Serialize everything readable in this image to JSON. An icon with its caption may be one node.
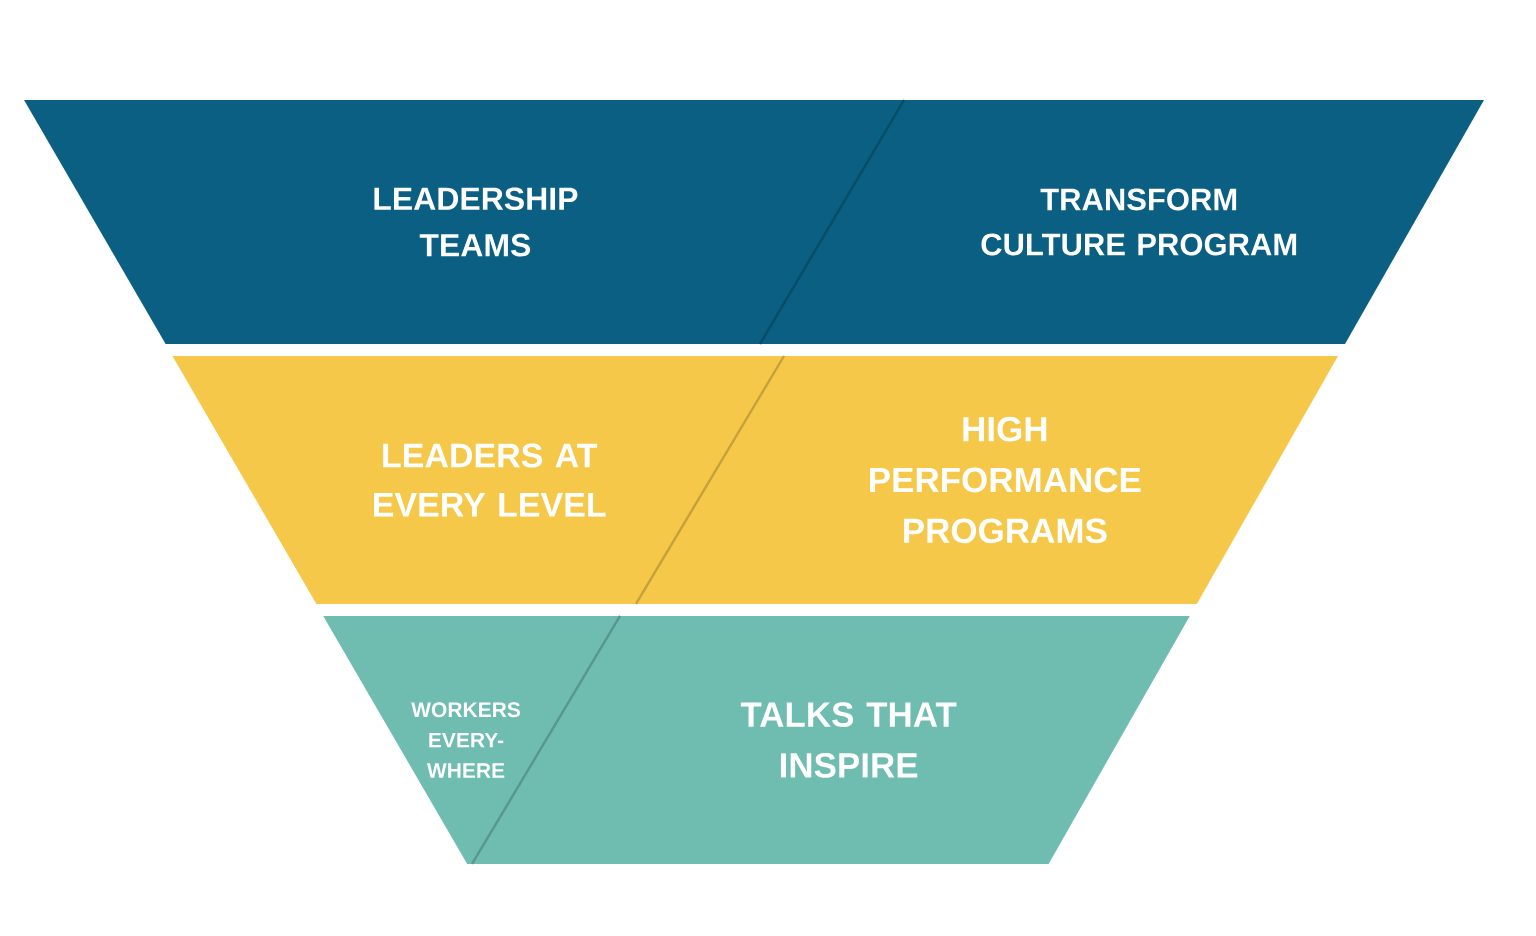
{
  "diagram": {
    "nodes": [
      {
        "text": [
          "LEADERSHIP TEAMS"
        ]
      },
      {
        "text": [
          "TRANSFORM CULTURE PROGRAM"
        ]
      },
      {
        "text": [
          "LEADERS AT EVERY LEVEL"
        ]
      },
      {
        "text": [
          "HIGH PERFORMANCE PROGRAMS"
        ]
      },
      {
        "text": [
          "WORKERS EVERY-WHERE"
        ]
      },
      {
        "text": [
          "TALKS THAT INSPIRE"
        ]
      }
    ]
  }
}
